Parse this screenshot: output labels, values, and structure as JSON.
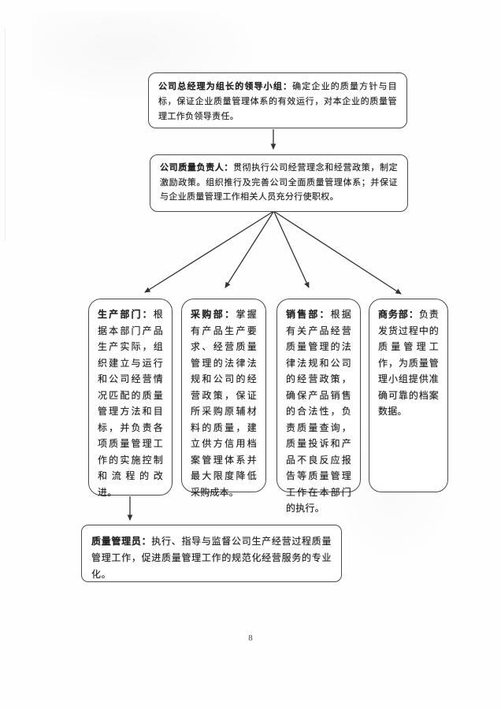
{
  "page": {
    "number": "8"
  },
  "colors": {
    "line": "#333333",
    "border": "#4a4a4a",
    "text": "#1f1f1f"
  },
  "flowchart": {
    "leadership_box": {
      "title": "公司总经理为组长的领导小组：",
      "body": "确定企业的质量方针与目标，保证企业质量管理体系的有效运行，对本企业的质量管理工作负领导责任。"
    },
    "quality_lead_box": {
      "title": "公司质量负责人：",
      "body": "贯彻执行公司经营理念和经营政策，制定激励政策。组织推行及完善公司全面质量管理体系；并保证与企业质量管理工作相关人员充分行使职权。"
    },
    "departments": [
      {
        "id": "production",
        "title": "生产部门：",
        "body": "根据本部门产品生产实际，组织建立与运行和公司经营情况匹配的质量管理方法和目标，并负责各项质量管理工作的实施控制和流程的改进。"
      },
      {
        "id": "purchasing",
        "title": "采购部：",
        "body": "掌握有产品生产要求、经营质量管理的法律法规和公司的经营政策，保证所采购原辅材料的质量，建立供方信用档案管理体系并最大限度降低采购成本。"
      },
      {
        "id": "sales",
        "title": "销售部：",
        "body": "根据有关产品经营质量管理的法律法规和公司的经营政策，确保产品销售的合法性，负责质量查询，质量投诉和产品不良反应报告等质量管理工作在本部门的执行。"
      },
      {
        "id": "commerce",
        "title": "商务部：",
        "body": "负责发货过程中的质量管理工作，为质量管理小组提供准确可靠的档案数据。"
      }
    ],
    "quality_admin_box": {
      "title": "质量管理员：",
      "body": "执行、指导与监督公司生产经营过程质量管理工作，促进质量管理工作的规范化经营服务的专业化。"
    }
  }
}
